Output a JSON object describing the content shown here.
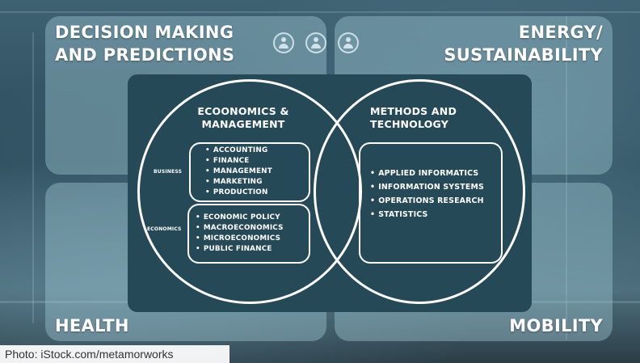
{
  "corners": {
    "top_left": [
      "DECISION MAKING",
      "AND PREDICTIONS"
    ],
    "top_right": [
      "ENERGY/",
      "SUSTAINABILITY"
    ],
    "bottom_left": "HEALTH",
    "bottom_right": "MOBILITY"
  },
  "venn": {
    "left_circle": {
      "heading": [
        "ECOONOMICS &",
        "MANAGEMENT"
      ],
      "groups": [
        {
          "label": "BUSINESS",
          "items": [
            "ACCOUNTING",
            "FINANCE",
            "MANAGEMENT",
            "MARKETING",
            "PRODUCTION"
          ]
        },
        {
          "label": "ECONOMICS",
          "items": [
            "ECONOMIC POLICY",
            "MACROECONOMICS",
            "MICROECONOMICS",
            "PUBLIC FINANCE"
          ]
        }
      ]
    },
    "right_circle": {
      "heading": [
        "METHODS AND",
        "TECHNOLOGY"
      ],
      "items": [
        "APPLIED INFORMATICS",
        "INFORMATION SYSTEMS",
        "OPERATIONS RESEARCH",
        "STATISTICS"
      ]
    }
  },
  "credit": "Photo: iStock.com/metamorworks",
  "colors": {
    "panel": "#264958",
    "lines": "#ffffff",
    "tiles": "#a0c8d4"
  },
  "icons": [
    "person-icon",
    "person-icon",
    "person-icon"
  ]
}
